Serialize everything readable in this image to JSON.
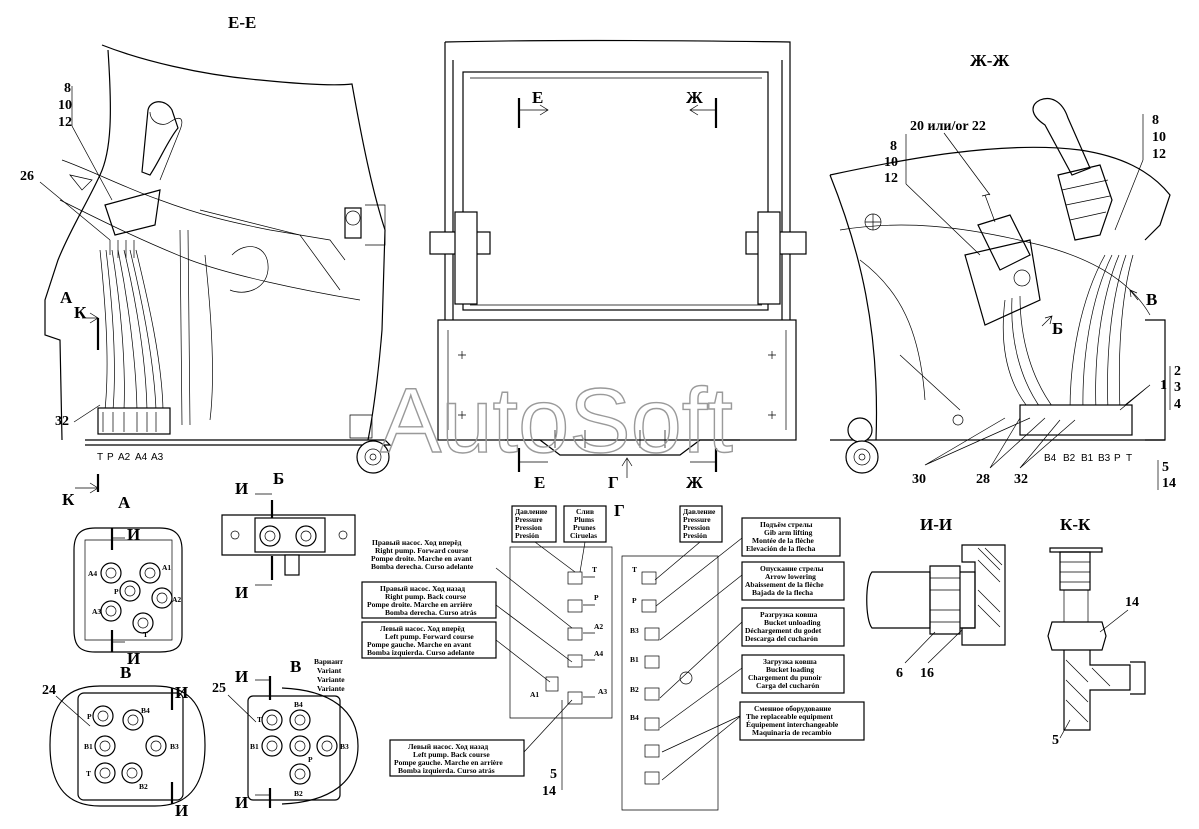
{
  "sections": {
    "ee": "Е-Е",
    "zhzh": "Ж-Ж",
    "a": "А",
    "b": "Б",
    "v": "В",
    "g": "Г",
    "ii": "И-И",
    "kk": "К-К",
    "e_marker": "Е",
    "zh_marker": "Ж",
    "k_marker": "К",
    "i_marker": "И",
    "v_variant": [
      "Вариант",
      "Variant",
      "Variante",
      "Variante"
    ]
  },
  "callouts": {
    "n8": "8",
    "n10": "10",
    "n12": "12",
    "n26": "26",
    "n32": "32",
    "n20": "20 или/or 22",
    "n28": "28",
    "n30": "30",
    "n1": "1",
    "n2": "2",
    "n3": "3",
    "n4": "4",
    "n5": "5",
    "n14": "14",
    "n6": "6",
    "n16": "16",
    "n24": "24",
    "n25": "25"
  },
  "port_labels_left": [
    "T",
    "P",
    "A2",
    "A4",
    "A3"
  ],
  "port_labels_right": [
    "B4",
    "B2",
    "B1",
    "B3",
    "P",
    "T"
  ],
  "view_a_ports": [
    "A4",
    "A1",
    "P",
    "A2",
    "A3",
    "T"
  ],
  "view_v_ports": [
    "P",
    "B4",
    "B1",
    "B3",
    "T",
    "B2"
  ],
  "view_v2_ports": [
    "T",
    "B4",
    "B1",
    "B3",
    "P",
    "B2"
  ],
  "valve_left_ports": [
    "T",
    "P",
    "A2",
    "A4",
    "A1",
    "A3"
  ],
  "valve_right_ports": [
    "T",
    "P",
    "B3",
    "B1",
    "B2",
    "B4"
  ],
  "header_boxes": {
    "pressure_left": [
      "Давление",
      "Pressure",
      "Pression",
      "Presión"
    ],
    "drain": [
      "Слив",
      "Plums",
      "Prunes",
      "Ciruelas"
    ],
    "pressure_right": [
      "Давление",
      "Pressure",
      "Pression",
      "Presión"
    ]
  },
  "left_notes": [
    [
      "Правый насос. Ход вперёд",
      "Right pump. Forward course",
      "Pompe droite. Marche en avant",
      "Bomba derecha. Curso adelante"
    ],
    [
      "Правый насос. Ход назад",
      "Right pump. Back course",
      "Pompe droite. Marche en arrière",
      "Bomba derecha. Curso atrás"
    ],
    [
      "Левый насос. Ход вперёд",
      "Left pump. Forward course",
      "Pompe gauche. Marche en avant",
      "Bomba izquierda. Curso adelante"
    ],
    [
      "Левый насос. Ход назад",
      "Left pump. Back course",
      "Pompe gauche. Marche en arrière",
      "Bomba izquierda. Curso atrás"
    ]
  ],
  "right_notes": [
    [
      "Подъём стрелы",
      "Gib arm lifting",
      "Montée de la flèche",
      "Elevación de la flecha"
    ],
    [
      "Опускание стрелы",
      "Arrow lowering",
      "Abaissement de la flèche",
      "Bajada de la flecha"
    ],
    [
      "Разгрузка ковша",
      "Bucket unloading",
      "Déchargement du godet",
      "Descarga del cucharón"
    ],
    [
      "Загрузка ковша",
      "Bucket loading",
      "Chargement du punoir",
      "Carga del cucharón"
    ],
    [
      "Сменное оборудование",
      "The replaceable equipment",
      "Équipement interchangeable",
      "Maquinaria de recambio"
    ]
  ],
  "watermark": "AutoSoft"
}
